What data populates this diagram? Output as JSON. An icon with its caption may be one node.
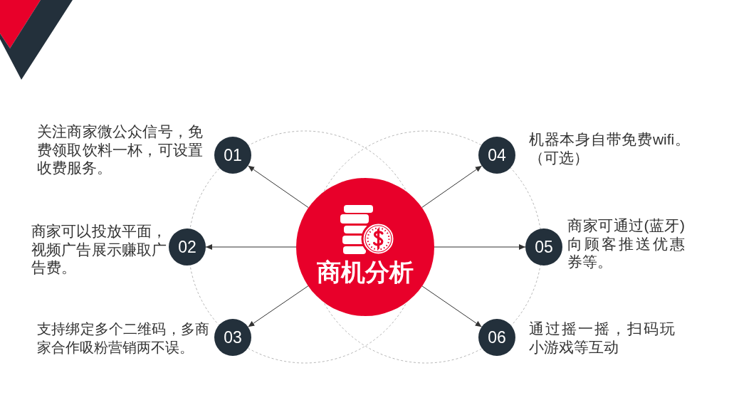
{
  "diagram": {
    "nodes": [
      {
        "text": [
          "商机分析"
        ]
      },
      {
        "text": [
          "01"
        ],
        "beside": [
          "关注商家微公众信号，免费领取饮料一杯，可设置收费服务。"
        ]
      },
      {
        "text": [
          "02"
        ],
        "beside": [
          "商家可以投放平面，视频广告展示赚取广告费。"
        ]
      },
      {
        "text": [
          "03"
        ],
        "beside": [
          "支持绑定多个二维码，多商家合作吸粉营销两不误。"
        ]
      },
      {
        "text": [
          "04"
        ],
        "beside": [
          "机器本身自带免费wifi。（可选）"
        ]
      },
      {
        "text": [
          "05"
        ],
        "beside": [
          "商家可通过(蓝牙)向顾客推送优惠券等。"
        ]
      },
      {
        "text": [
          "06"
        ],
        "beside": [
          "通过摇一摇，扫码玩小游戏等互动"
        ]
      }
    ],
    "edges": [
      {
        "from": 0,
        "to": 1,
        "arrow": "to"
      },
      {
        "from": 0,
        "to": 2,
        "arrow": "to"
      },
      {
        "from": 0,
        "to": 3,
        "arrow": "to"
      },
      {
        "from": 0,
        "to": 4,
        "arrow": "to"
      },
      {
        "from": 0,
        "to": 5,
        "arrow": "to"
      },
      {
        "from": 0,
        "to": 6,
        "arrow": "to"
      }
    ]
  }
}
